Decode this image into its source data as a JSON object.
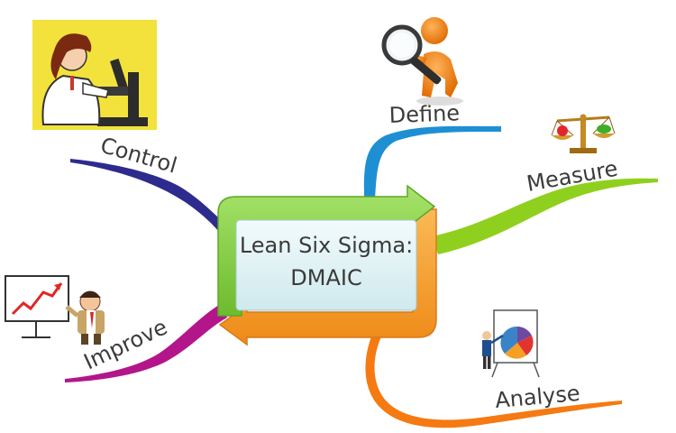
{
  "center": {
    "line1": "Lean Six Sigma:",
    "line2": "DMAIC"
  },
  "branches": [
    {
      "id": "define",
      "label": "Define",
      "color": "#1f8fd4",
      "icon": "magnifier-figure-icon"
    },
    {
      "id": "measure",
      "label": "Measure",
      "color": "#8fd01e",
      "icon": "balance-scale-icon"
    },
    {
      "id": "analyse",
      "label": "Analyse",
      "color": "#f57a12",
      "icon": "presentation-pie-chart-icon"
    },
    {
      "id": "improve",
      "label": "Improve",
      "color": "#b3168a",
      "icon": "presenter-trend-chart-icon"
    },
    {
      "id": "control",
      "label": "Control",
      "color": "#2e2b8e",
      "icon": "scientist-microscope-icon"
    }
  ],
  "colors": {
    "arrow_green": "#8ad34b",
    "arrow_orange": "#f6a133",
    "box_fill": "#dff3f6"
  }
}
